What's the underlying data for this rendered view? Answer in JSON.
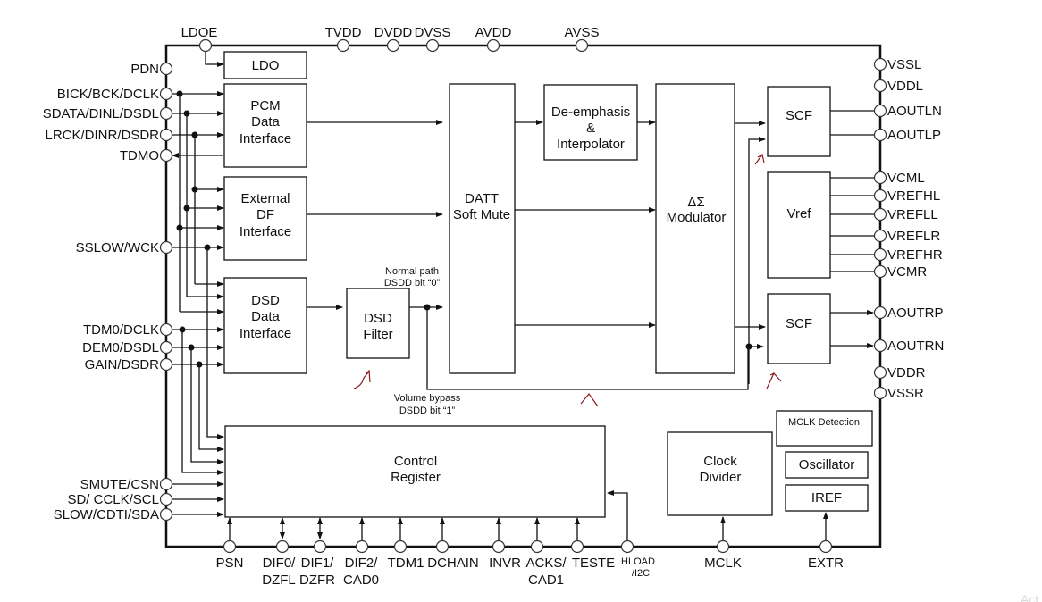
{
  "diagram": {
    "top_pins": [
      "LDOE",
      "TVDD",
      "DVDD",
      "DVSS",
      "AVDD",
      "AVSS"
    ],
    "left_pins": [
      "PDN",
      "BICK/BCK/DCLK",
      "SDATA/DINL/DSDL",
      "LRCK/DINR/DSDR",
      "TDMO",
      "SSLOW/WCK",
      "TDM0/DCLK",
      "DEM0/DSDL",
      "GAIN/DSDR",
      "SMUTE/CSN",
      "SD/ CCLK/SCL",
      "SLOW/CDTI/SDA"
    ],
    "right_pins": [
      "VSSL",
      "VDDL",
      "AOUTLN",
      "AOUTLP",
      "VCML",
      "VREFHL",
      "VREFLL",
      "VREFLR",
      "VREFHR",
      "VCMR",
      "AOUTRP",
      "AOUTRN",
      "VDDR",
      "VSSR"
    ],
    "bottom_pins": [
      {
        "line1": "PSN",
        "line2": ""
      },
      {
        "line1": "DIF0/",
        "line2": "DZFL"
      },
      {
        "line1": "DIF1/",
        "line2": "DZFR"
      },
      {
        "line1": "DIF2/",
        "line2": "CAD0"
      },
      {
        "line1": "TDM1",
        "line2": ""
      },
      {
        "line1": "DCHAIN",
        "line2": ""
      },
      {
        "line1": "INVR",
        "line2": ""
      },
      {
        "line1": "ACKS/",
        "line2": "CAD1"
      },
      {
        "line1": "TESTE",
        "line2": ""
      },
      {
        "line1": "HLOAD",
        "line2": "/I2C"
      },
      {
        "line1": "MCLK",
        "line2": ""
      },
      {
        "line1": "EXTR",
        "line2": ""
      }
    ],
    "blocks": {
      "ldo": [
        "LDO"
      ],
      "pcm": [
        "PCM",
        "Data",
        "Interface"
      ],
      "extdf": [
        "External",
        "DF",
        "Interface"
      ],
      "dsd_if": [
        "DSD",
        "Data",
        "Interface"
      ],
      "dsd_filter": [
        "DSD",
        "Filter"
      ],
      "datt": [
        "DATT",
        "Soft Mute"
      ],
      "deemph": [
        "De-emphasis",
        "&",
        "Interpolator"
      ],
      "modulator": [
        "ΔΣ",
        "Modulator"
      ],
      "scf_l": [
        "SCF"
      ],
      "vref": [
        "Vref"
      ],
      "scf_r": [
        "SCF"
      ],
      "control": [
        "Control",
        "Register"
      ],
      "clock_div": [
        "Clock",
        "Divider"
      ],
      "mclk_det": [
        "MCLK Detection"
      ],
      "oscillator": [
        "Oscillator"
      ],
      "iref": [
        "IREF"
      ]
    },
    "annotations": {
      "normal_path": [
        "Normal path",
        "DSDD bit “0”"
      ],
      "volume_bypass": [
        "Volume bypass",
        "DSDD bit “1”"
      ]
    },
    "watermark": "Act"
  }
}
